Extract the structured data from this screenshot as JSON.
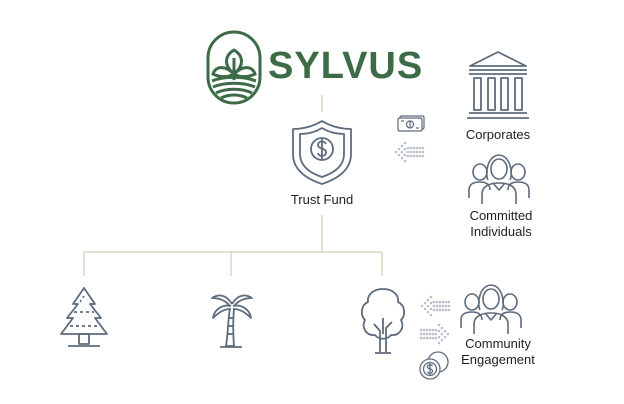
{
  "brand": {
    "name": "SYLVUS",
    "logo_icon": "sprout-seal-icon",
    "color": "#3d6b47"
  },
  "center": {
    "label": "Trust Fund",
    "icon": "shield-dollar-icon"
  },
  "donors": [
    {
      "label": "Corporates",
      "icon": "bank-building-icon"
    },
    {
      "lines": [
        "Committed",
        "Individuals"
      ],
      "icon": "people-group-icon"
    }
  ],
  "projects": [
    {
      "icon": "pine-tree-icon"
    },
    {
      "icon": "palm-tree-icon"
    },
    {
      "icon": "deciduous-tree-icon"
    }
  ],
  "community": {
    "lines": [
      "Community",
      "Engagement"
    ],
    "icon": "people-group-icon"
  },
  "flow_icons": [
    "banknote-icon",
    "arrow-left-dotted-icon",
    "arrow-right-dotted-icon",
    "coins-icon"
  ],
  "colors": {
    "icon_stroke": "#5d6b7e",
    "connector": "#c9c4a6"
  }
}
